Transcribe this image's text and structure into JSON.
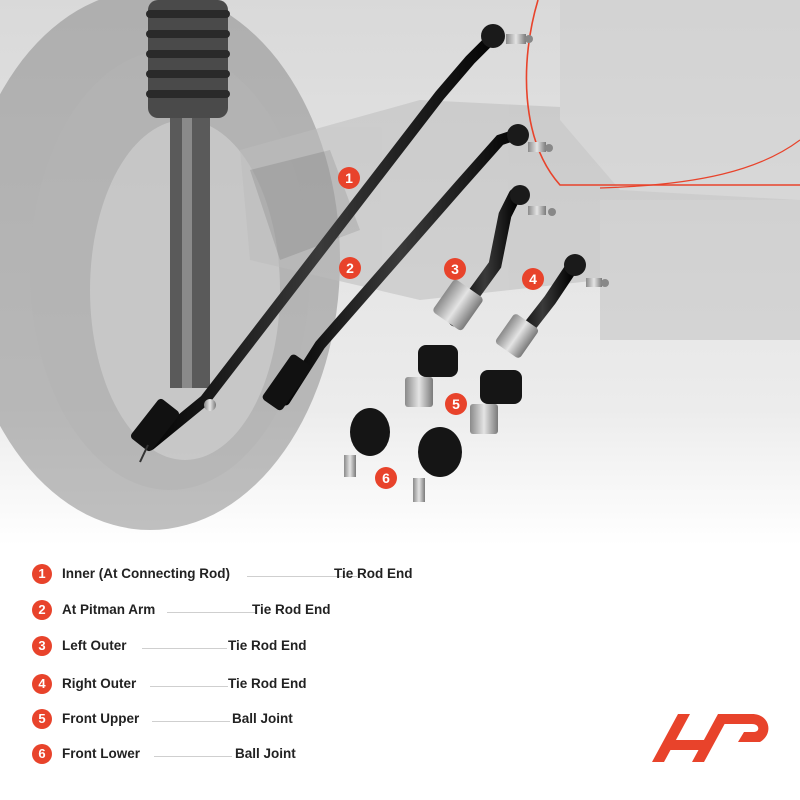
{
  "callouts": [
    "1",
    "2",
    "3",
    "4",
    "5",
    "6"
  ],
  "legend": [
    {
      "num": "1",
      "label": "Inner (At Connecting Rod)",
      "type": "Tie Rod End"
    },
    {
      "num": "2",
      "label": "At Pitman Arm",
      "type": "Tie Rod End"
    },
    {
      "num": "3",
      "label": "Left Outer",
      "type": "Tie Rod End"
    },
    {
      "num": "4",
      "label": "Right Outer",
      "type": "Tie Rod End"
    },
    {
      "num": "5",
      "label": "Front Upper",
      "type": "Ball Joint"
    },
    {
      "num": "6",
      "label": "Front Lower",
      "type": "Ball Joint"
    }
  ],
  "colors": {
    "accent": "#e8432b",
    "part": "#1b1b1b",
    "background_photo": "#e9e9e9"
  },
  "icons": {
    "logo": "ap-brand-logo"
  }
}
